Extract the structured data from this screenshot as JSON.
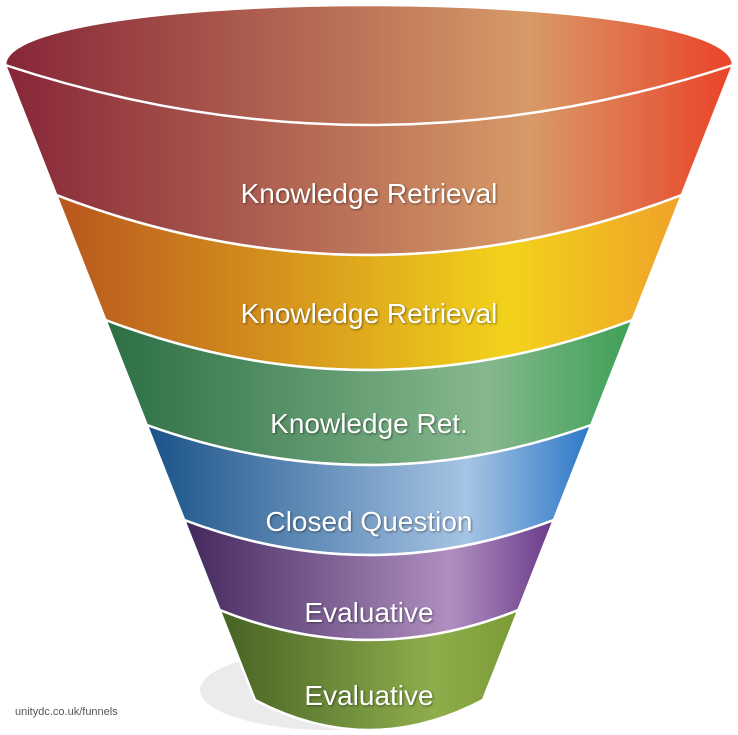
{
  "funnel": {
    "stages": [
      {
        "label": "Knowledge Retrieval",
        "colors": [
          "#862638",
          "#d89a68",
          "#ea4328"
        ]
      },
      {
        "label": "Knowledge Retrieval",
        "colors": [
          "#b8561e",
          "#f2d21c",
          "#f0a22a"
        ]
      },
      {
        "label": "Knowledge Ret.",
        "colors": [
          "#2c6e44",
          "#86b88e",
          "#3ea056"
        ]
      },
      {
        "label": "Closed Question",
        "colors": [
          "#1a5288",
          "#a6c4e4",
          "#2b78c6"
        ]
      },
      {
        "label": "Evaluative",
        "colors": [
          "#43285e",
          "#b08fc0",
          "#6a3a88"
        ]
      },
      {
        "label": "Evaluative",
        "colors": [
          "#466224",
          "#8eae4c",
          "#7a9a36"
        ]
      }
    ]
  },
  "credit": "unitydc.co.uk/funnels"
}
